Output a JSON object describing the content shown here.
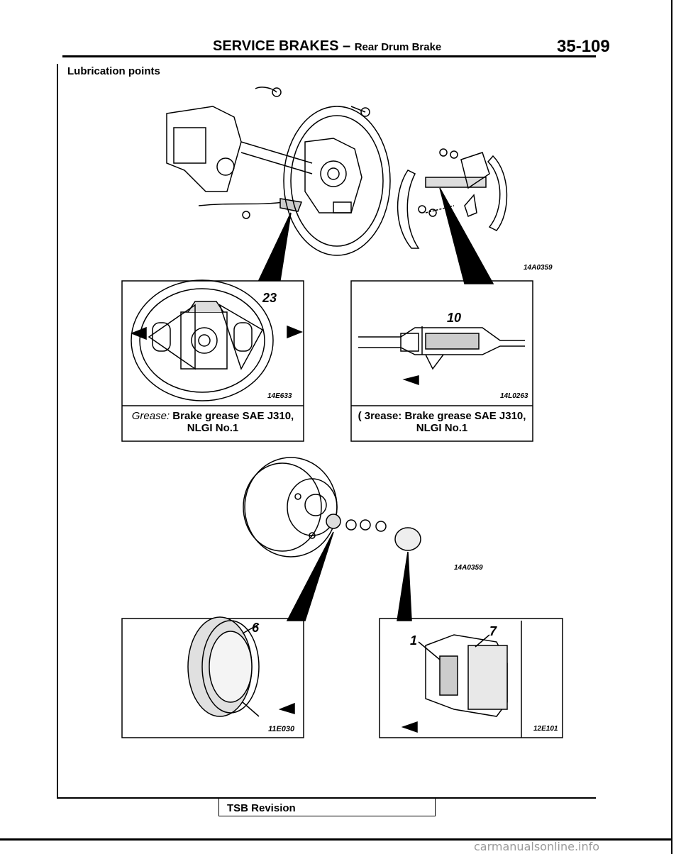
{
  "header": {
    "title_main": "SERVICE BRAKES",
    "title_sep": "–",
    "title_sub": "Rear Drum Brake",
    "page_number": "35-109"
  },
  "section": {
    "title": "Lubrication points"
  },
  "figures": {
    "assembly_top": {
      "code": "14A0359"
    },
    "backing_plate": {
      "code": "14E633",
      "callout": "23",
      "caption_prefix": "Grease:",
      "caption_line1": "Brake grease SAE J310,",
      "caption_line2": "NLGI No.1"
    },
    "strut": {
      "code": "14L0263",
      "callout": "10",
      "caption_prefix": "( 3rease:",
      "caption_line1": "Brake grease SAE J310,",
      "caption_line2": "NLGI No.1"
    },
    "drum": {
      "code": "14A0359"
    },
    "bearing": {
      "code": "11E030",
      "callout": "6"
    },
    "hub": {
      "code": "12E101",
      "callout_a": "1",
      "callout_b": "7"
    }
  },
  "footer": {
    "tsb_label": "TSB Revision",
    "watermark": "carmanualsonline.info"
  }
}
